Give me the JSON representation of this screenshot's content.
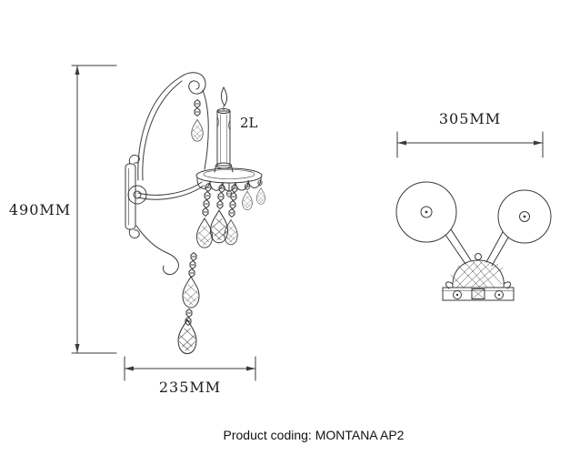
{
  "page": {
    "background_color": "#ffffff",
    "line_color": "#3a3a3a",
    "footer_text": "Product coding: MONTANA AP2"
  },
  "drawing": {
    "product_code": "MONTANA AP2",
    "side_view": {
      "height_label": "490MM",
      "width_label": "235MM",
      "bulb_count_label": "2L"
    },
    "top_view": {
      "width_label": "305MM"
    }
  }
}
